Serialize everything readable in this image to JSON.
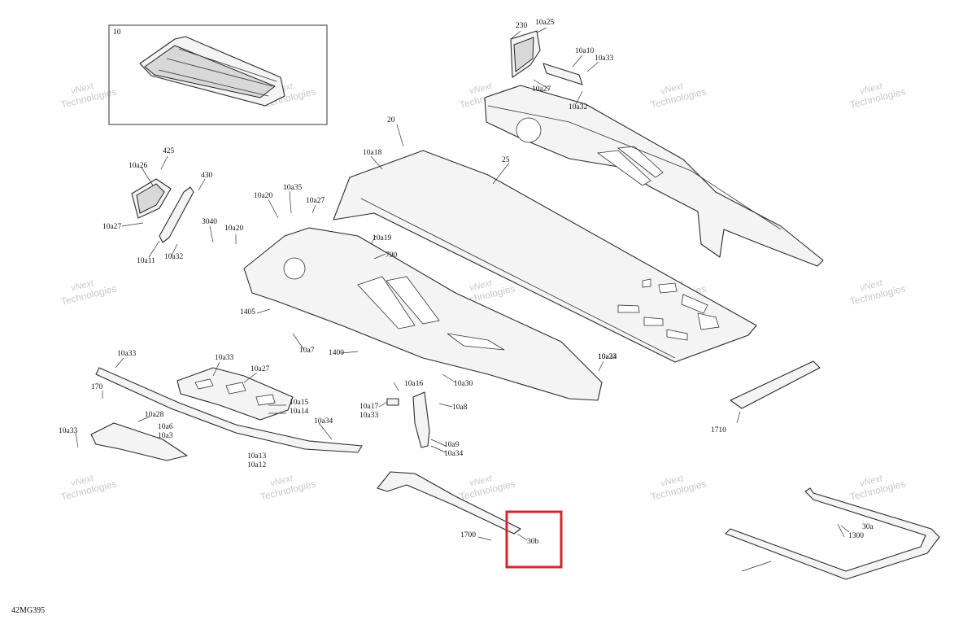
{
  "diagram": {
    "document_code": "42MG395",
    "inset_label": "10",
    "watermark": {
      "line1": "vNext",
      "line2": "Technologies"
    },
    "part_labels": [
      "230",
      "10a25",
      "10a10",
      "10a33",
      "10a27",
      "10a32",
      "20",
      "10a18",
      "25",
      "425",
      "10a26",
      "430",
      "10a27",
      "10a11",
      "10a32",
      "3040",
      "10a20",
      "10a20",
      "10a35",
      "10a27",
      "10a19",
      "790",
      "1405",
      "10a7",
      "1400",
      "10a33",
      "10a33",
      "10a27",
      "170",
      "10a15",
      "10a14",
      "10a28",
      "10a6",
      "10a3",
      "10a33",
      "10a34",
      "10a13",
      "10a12",
      "10a30",
      "10a34",
      "10a16",
      "10a17",
      "10a33",
      "10a8",
      "10a9",
      "10a34",
      "10a23",
      "1710",
      "1700",
      "30b",
      "30a",
      "1300"
    ],
    "highlight": {
      "color": "#d9232e"
    }
  }
}
